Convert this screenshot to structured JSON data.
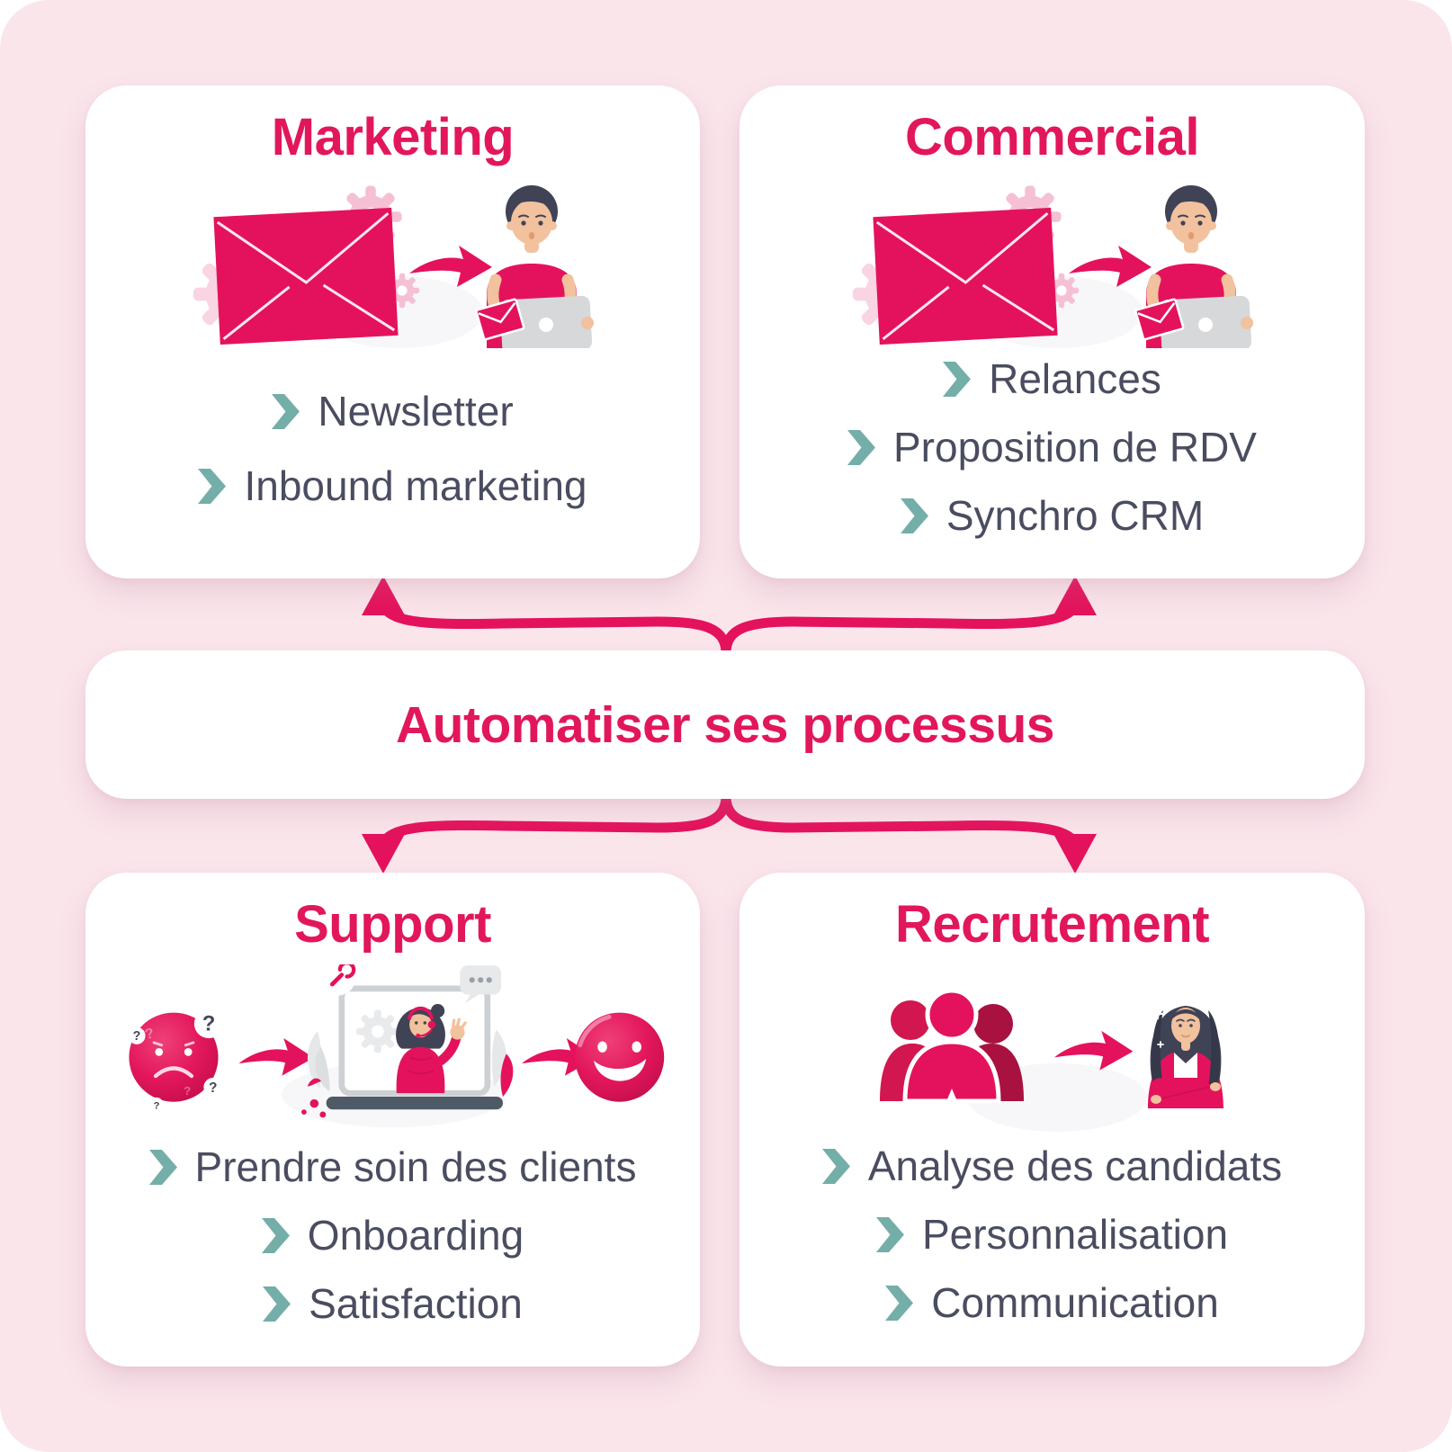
{
  "colors": {
    "background_pink": "#fae5eb",
    "card_background": "#ffffff",
    "accent_crimson": "#e2175b",
    "bullet_teal": "#74aea9",
    "body_text": "#4a4d60"
  },
  "glyphs": {
    "question_mark": "?"
  },
  "center_bar": {
    "label": "Automatiser ses processus"
  },
  "connectors": {
    "top_left": "arrow-up-to-marketing",
    "top_right": "arrow-up-to-commercial",
    "bottom_left": "arrow-down-to-support",
    "bottom_right": "arrow-down-to-recrutement"
  },
  "cards": [
    {
      "id": "marketing",
      "title": "Marketing",
      "illustration": {
        "name": "automated-email-to-person",
        "icons": [
          "gear-icon",
          "envelope-icon",
          "arrow-right-icon",
          "person-at-laptop-icon"
        ]
      },
      "items": [
        "Newsletter",
        "Inbound marketing"
      ]
    },
    {
      "id": "commercial",
      "title": "Commercial",
      "illustration": {
        "name": "automated-email-to-person",
        "icons": [
          "gear-icon",
          "envelope-icon",
          "arrow-right-icon",
          "person-at-laptop-icon"
        ]
      },
      "items": [
        "Relances",
        "Proposition de RDV",
        "Synchro CRM"
      ]
    },
    {
      "id": "support",
      "title": "Support",
      "illustration": {
        "name": "sad-client-to-happy-client",
        "icons": [
          "sad-face-icon",
          "arrow-right-icon",
          "support-agent-laptop-icon",
          "arrow-right-icon",
          "happy-face-icon"
        ]
      },
      "items": [
        "Prendre soin des clients",
        "Onboarding",
        "Satisfaction"
      ]
    },
    {
      "id": "recrutement",
      "title": "Recrutement",
      "illustration": {
        "name": "candidates-to-recruiter",
        "icons": [
          "people-group-icon",
          "arrow-right-icon",
          "recruiter-icon"
        ]
      },
      "items": [
        "Analyse des candidats",
        "Personnalisation",
        "Communication"
      ]
    }
  ]
}
